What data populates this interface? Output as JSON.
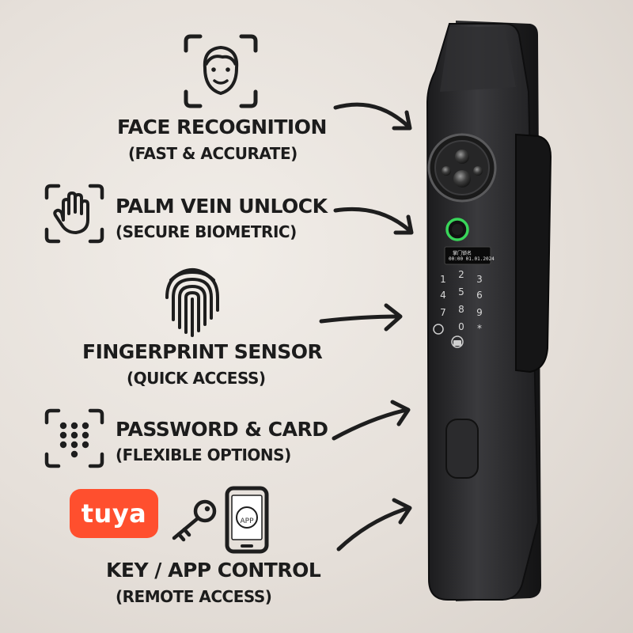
{
  "features": [
    {
      "title": "FACE RECOGNITION",
      "subtitle": "(FAST & ACCURATE)",
      "icon": "face-scan-icon"
    },
    {
      "title": "PALM VEIN UNLOCK",
      "subtitle": "(SECURE BIOMETRIC)",
      "icon": "palm-scan-icon"
    },
    {
      "title": "FINGERPRINT SENSOR",
      "subtitle": "(QUICK ACCESS)",
      "icon": "fingerprint-icon"
    },
    {
      "title": "PASSWORD & CARD",
      "subtitle": "(FLEXIBLE OPTIONS)",
      "icon": "keypad-icon"
    },
    {
      "title": "KEY / APP CONTROL",
      "subtitle": "(REMOTE ACCESS)",
      "icon": "key-icon"
    }
  ],
  "brand": {
    "name": "tuya",
    "color": "#ff4f2e"
  },
  "phone": {
    "label": "APP"
  },
  "lock": {
    "screen_line_1": "掌门锁名",
    "screen_line_2": "00:00 01.01.2024",
    "keypad": [
      "1",
      "2",
      "3",
      "4",
      "5",
      "6",
      "7",
      "8",
      "9",
      "0",
      "*"
    ]
  },
  "colors": {
    "text": "#1c1c1c",
    "lock_body": "#2a2a2c",
    "fingerprint_ring": "#39d65a"
  }
}
